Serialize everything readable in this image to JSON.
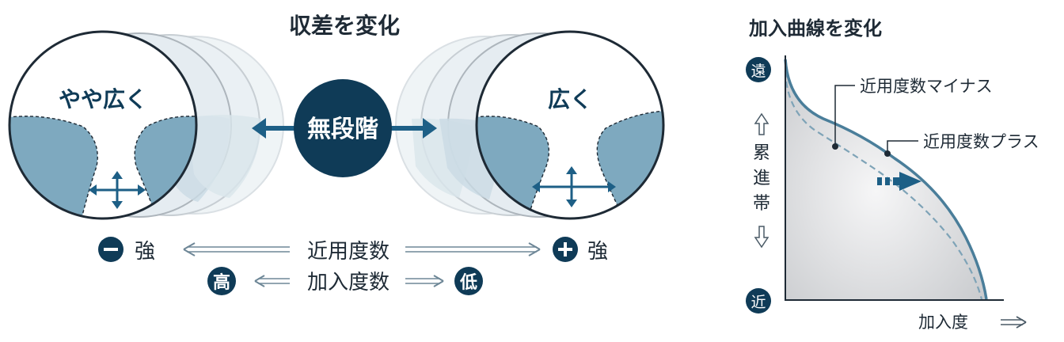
{
  "left_panel": {
    "title": "収差を変化",
    "lens_left_label": "やや広く",
    "lens_right_label": "広く",
    "center_label": "無段階",
    "row1": {
      "left_sign": "−",
      "left_text": "強",
      "center_text": "近用度数",
      "right_sign": "+",
      "right_text": "強"
    },
    "row2": {
      "left_badge": "高",
      "center_text": "加入度数",
      "right_badge": "低"
    }
  },
  "right_panel": {
    "title": "加入曲線を変化",
    "far_badge": "遠",
    "near_badge": "近",
    "vertical_label": [
      "累",
      "進",
      "帯"
    ],
    "x_axis_label": "加入度",
    "callout_minus": "近用度数マイナス",
    "callout_plus": "近用度数プラス"
  },
  "colors": {
    "navy": "#0f3b57",
    "lens_fill": "#7ea9bf",
    "arrow": "#1d5f86",
    "curve": "#4a7e9a"
  }
}
